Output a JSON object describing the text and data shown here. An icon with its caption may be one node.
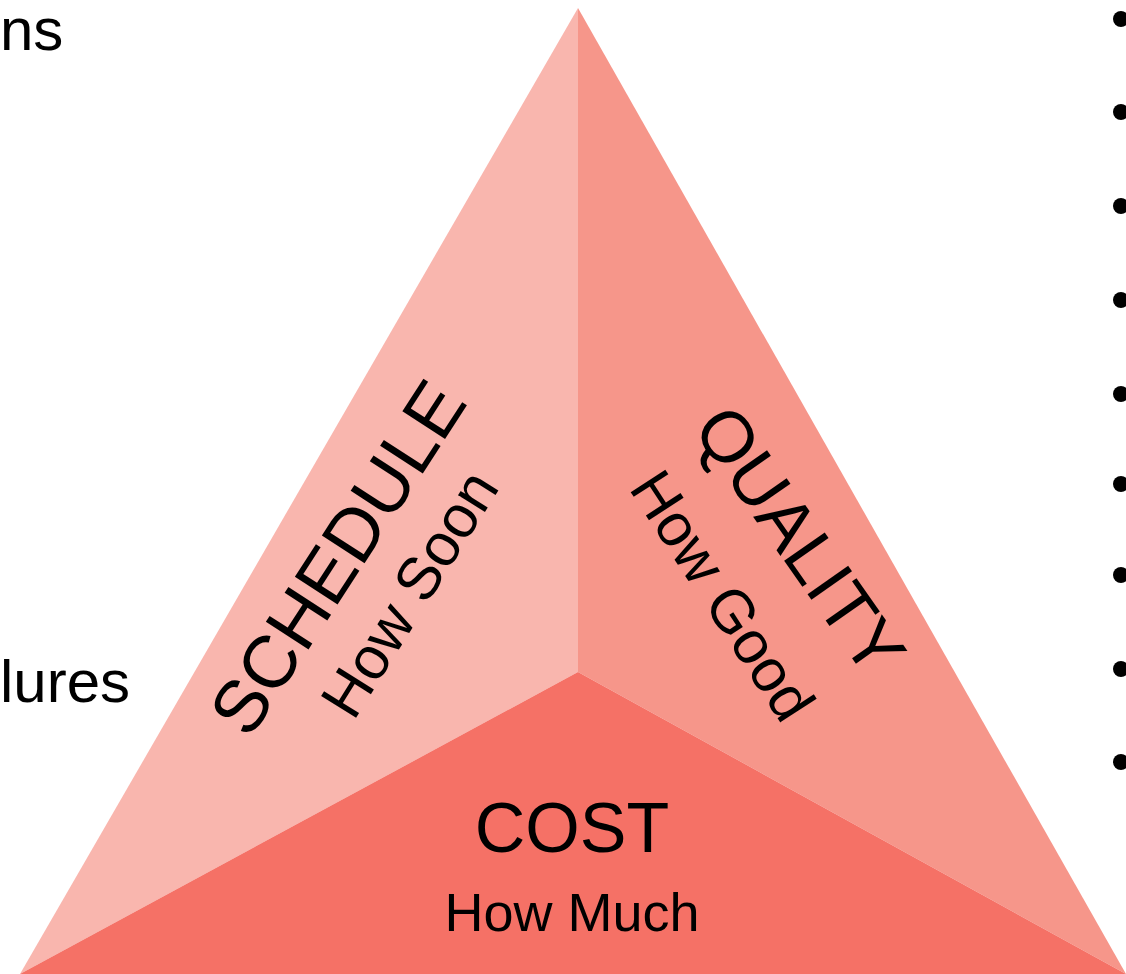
{
  "diagram": {
    "nodes": [
      {
        "text": [
          "SCHEDULE",
          "How Soon"
        ]
      },
      {
        "text": [
          "QUALITY",
          "How Good"
        ]
      },
      {
        "text": [
          "COST",
          "How Much"
        ]
      }
    ],
    "labels": [
      "ns",
      "lures"
    ]
  }
}
